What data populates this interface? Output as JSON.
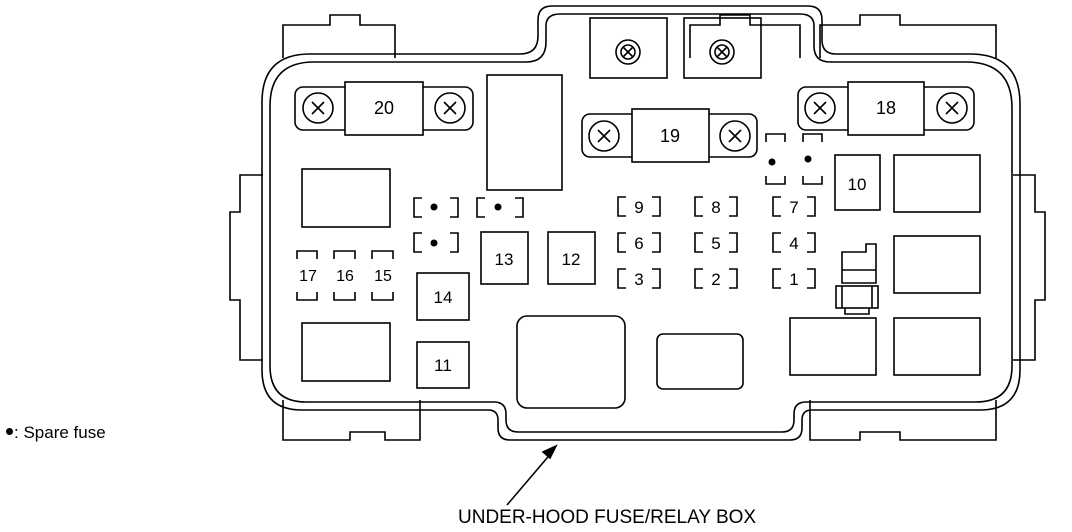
{
  "legend": {
    "symbol": "●",
    "label": ": Spare fuse"
  },
  "caption": "UNDER-HOOD FUSE/RELAY BOX",
  "fuses": {
    "f1": "1",
    "f2": "2",
    "f3": "3",
    "f4": "4",
    "f5": "5",
    "f6": "6",
    "f7": "7",
    "f8": "8",
    "f9": "9",
    "f10": "10",
    "f11": "11",
    "f12": "12",
    "f13": "13",
    "f14": "14",
    "f15": "15",
    "f16": "16",
    "f17": "17",
    "f18": "18",
    "f19": "19",
    "f20": "20"
  }
}
